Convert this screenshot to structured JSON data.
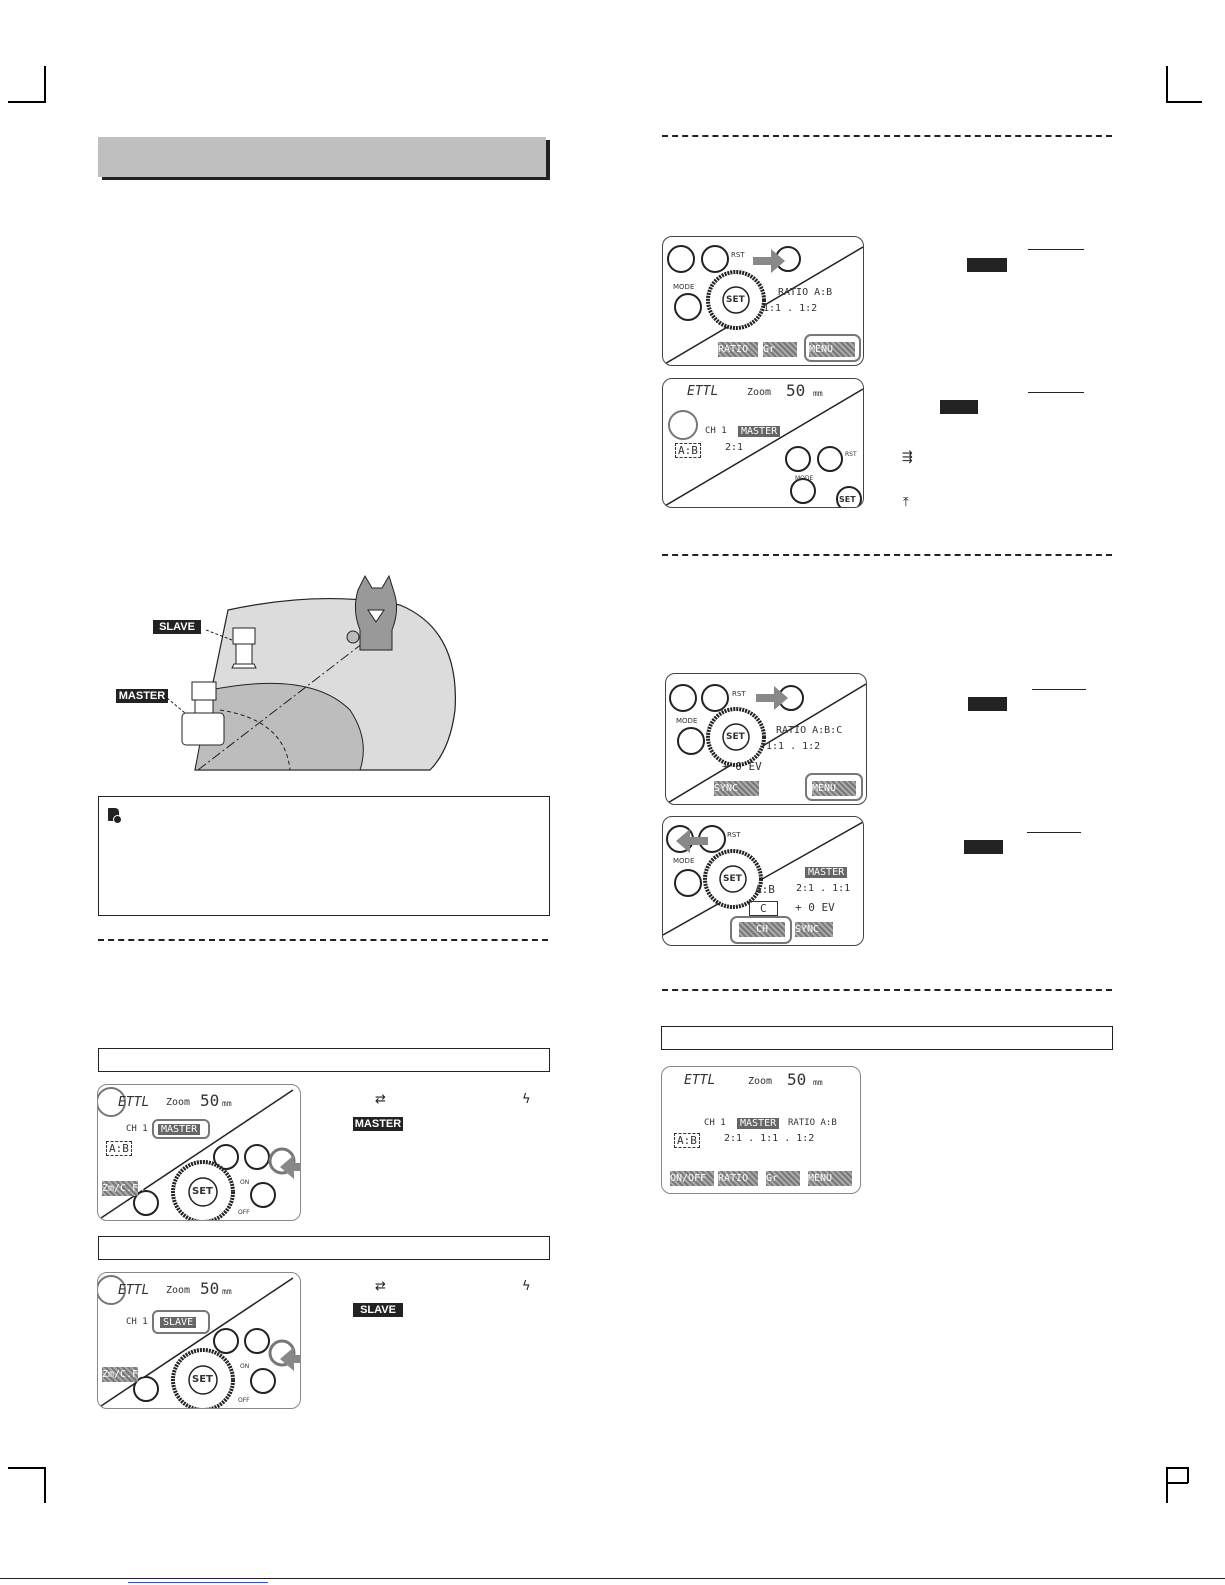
{
  "illustration": {
    "slave_label": "SLAVE",
    "master_label": "MASTER"
  },
  "lcd_panels": {
    "menu_panel_1": {
      "ratio": "RATIO A:B",
      "values": "1:1 . 1:2",
      "soft_keys": [
        "RATIO",
        "Gr",
        "MENU"
      ],
      "btn_rst": "RST",
      "btn_mode": "MODE",
      "btn_set": "SET"
    },
    "menu_panel_2": {
      "mode": "ETTL",
      "zoom": "Zoom",
      "zoom_value": "50",
      "zoom_unit": "mm",
      "channel": "CH 1",
      "role": "MASTER",
      "group": "A:B",
      "ratio": "2:1",
      "btn_rst": "RST",
      "btn_mode": "MODE",
      "btn_set": "SET"
    },
    "menu_panel_3": {
      "ratio": "RATIO A:B:C",
      "values": "1:1 . 1:2",
      "ev": "+ 0  EV",
      "soft_keys": [
        "SYNC",
        "MENU"
      ],
      "btn_rst": "RST",
      "btn_mode": "MODE",
      "btn_set": "SET"
    },
    "menu_panel_4": {
      "role": "MASTER",
      "group": "A:B",
      "ratio": "2:1 . 1:1",
      "c_label": "C",
      "ev": "+ 0  EV",
      "soft_keys": [
        "CH",
        "SYNC"
      ],
      "btn_rst": "RST",
      "btn_mode": "MODE",
      "btn_set": "SET"
    },
    "master_panel": {
      "mode": "ETTL",
      "zoom": "Zoom",
      "zoom_value": "50",
      "zoom_unit": "mm",
      "channel": "CH 1",
      "role": "MASTER",
      "group": "A:B",
      "soft_key": "Zm/C.Fn",
      "btn_on": "ON",
      "btn_off": "OFF",
      "btn_set": "SET"
    },
    "slave_panel": {
      "mode": "ETTL",
      "zoom": "Zoom",
      "zoom_value": "50",
      "zoom_unit": "mm",
      "channel": "CH 1",
      "role": "SLAVE",
      "soft_key": "Zm/C.Fn",
      "btn_on": "ON",
      "btn_off": "OFF",
      "btn_set": "SET"
    },
    "result_panel": {
      "mode": "ETTL",
      "zoom": "Zoom",
      "zoom_value": "50",
      "zoom_unit": "mm",
      "channel": "CH 1",
      "role": "MASTER",
      "ratio": "RATIO A:B",
      "group": "A:B",
      "values": "2:1 . 1:1 . 1:2",
      "soft_keys": [
        "ON/OFF",
        "RATIO",
        "Gr",
        "MENU"
      ]
    }
  },
  "badges": {
    "master": "MASTER",
    "slave": "SLAVE"
  }
}
